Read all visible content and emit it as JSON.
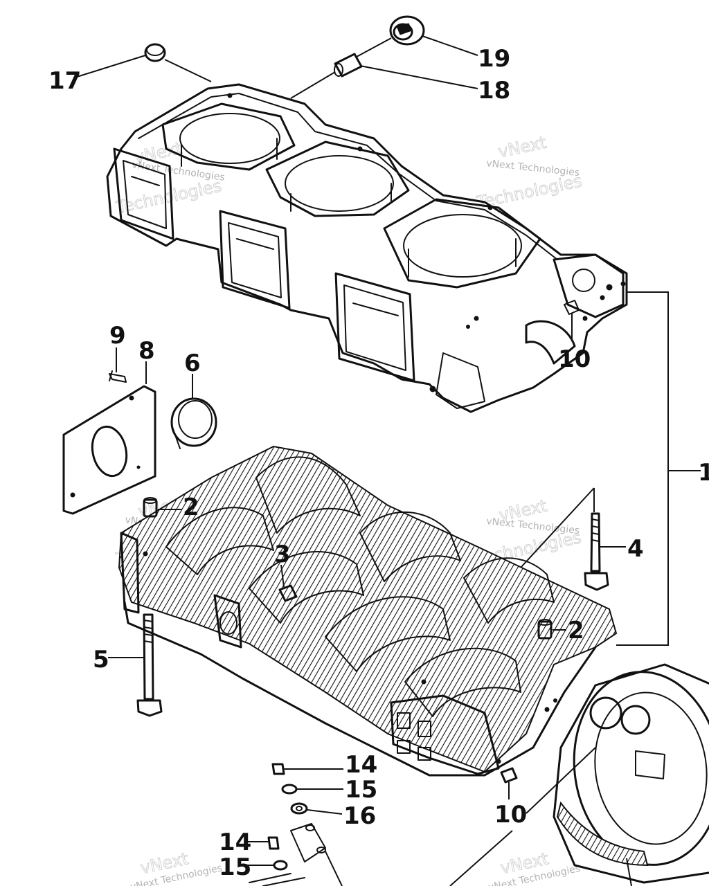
{
  "callouts": {
    "c1": "1",
    "c2a": "2",
    "c2b": "2",
    "c3": "3",
    "c4": "4",
    "c5": "5",
    "c6": "6",
    "c8": "8",
    "c9": "9",
    "c10a": "10",
    "c10b": "10",
    "c14a": "14",
    "c14b": "14",
    "c15a": "15",
    "c15b": "15",
    "c16": "16",
    "c17": "17",
    "c18": "18",
    "c19": "19"
  },
  "watermark": {
    "brand": "vNext",
    "company": "Technologies",
    "full": "vNext Technologies"
  }
}
